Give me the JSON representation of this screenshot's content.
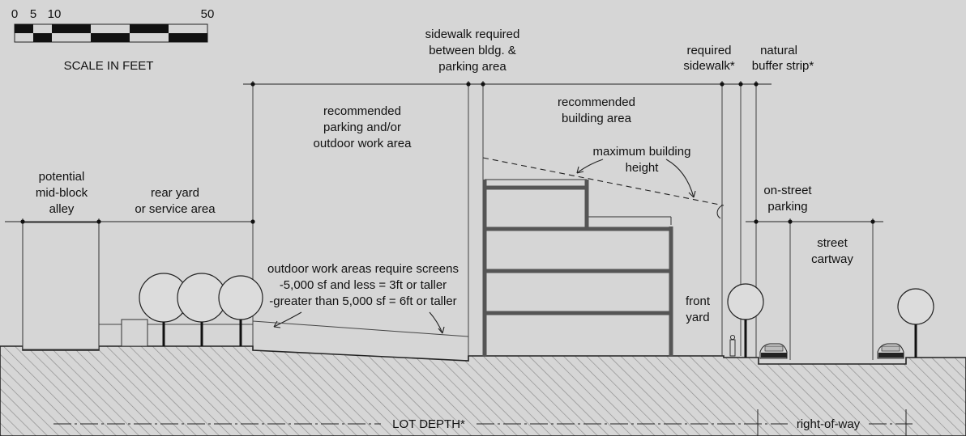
{
  "scale": {
    "ticks": [
      "0",
      "5",
      "10",
      "50"
    ],
    "title": "SCALE IN FEET"
  },
  "labels": {
    "alley": [
      "potential",
      "mid-block",
      "alley"
    ],
    "rear_yard": [
      "rear yard",
      "or service area"
    ],
    "parking_area": [
      "recommended",
      "parking and/or",
      "outdoor work area"
    ],
    "sidewalk_between": [
      "sidewalk required",
      "between bldg. &",
      "parking area"
    ],
    "building_area": [
      "recommended",
      "building area"
    ],
    "max_height": [
      "maximum building",
      "height"
    ],
    "required_sidewalk": [
      "required",
      "sidewalk*"
    ],
    "buffer_strip": [
      "natural",
      "buffer strip*"
    ],
    "on_street": [
      "on-street",
      "parking"
    ],
    "cartway": [
      "street",
      "cartway"
    ],
    "front_yard": [
      "front",
      "yard"
    ],
    "screens_note": [
      "outdoor work areas require screens",
      "-5,000 sf and less = 3ft or taller",
      "-greater than 5,000 sf = 6ft or taller"
    ],
    "lot_depth": "LOT DEPTH*",
    "right_of_way": "right-of-way"
  },
  "colors": {
    "background": "#d6d6d6",
    "line": "#222222",
    "building": "#555555"
  }
}
